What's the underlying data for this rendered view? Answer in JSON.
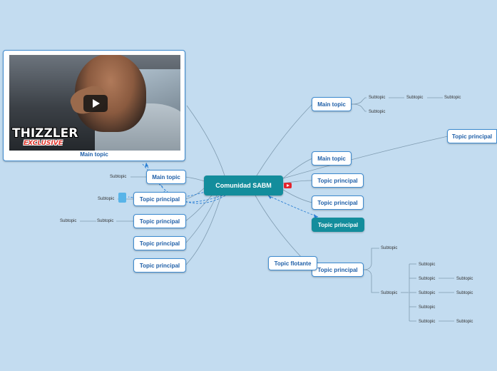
{
  "map": {
    "central": "Comunidad SABM",
    "video_topic": {
      "label": "Main topic",
      "thumb_text_1": "THIZZLER",
      "thumb_text_2": "EXCLUSIVE"
    },
    "left": {
      "main_topic": "Main topic",
      "main_topic_sub": "Subtopic",
      "topic_1": "Topic principal",
      "topic_1_sub": "Subtopic",
      "topic_2": "Topic principal",
      "topic_2_sub_a": "Subtopic",
      "topic_2_sub_b": "Subtopic",
      "topic_3": "Topic principal",
      "topic_4": "Topic principal"
    },
    "right": {
      "main_topic_1": "Main topic",
      "main_topic_1_sub_a": "Subtopic",
      "main_topic_1_sub_a1": "Subtopic",
      "main_topic_1_sub_a2": "Subtopic",
      "main_topic_1_sub_b": "Subtopic",
      "far_topic": "Topic principal",
      "main_topic_2": "Main topic",
      "topic_1": "Topic principal",
      "topic_2": "Topic principal",
      "topic_3": "Topic principal",
      "topic_4": "Topic principal",
      "floating": "Topic flotante",
      "t4_sub_top": "Subtopic",
      "t4_sub_mid": "Subtopic",
      "t4_s1": "Subtopic",
      "t4_s2": "Subtopic",
      "t4_s2b": "Subtopic",
      "t4_s3": "Subtopic",
      "t4_s3b": "Subtopic",
      "t4_s4": "Subtopic",
      "t4_s5": "Subtopic",
      "t4_s5b": "Subtopic"
    }
  },
  "colors": {
    "background": "#c3dcf0",
    "central": "#138d9c",
    "node_border": "#3e8bd0",
    "node_text": "#1f5fa8",
    "link": "#6b8faa",
    "dashed_link": "#2a7fd4",
    "youtube": "#e2242d"
  },
  "icons": [
    "youtube-icon",
    "play-icon",
    "note-icon"
  ]
}
